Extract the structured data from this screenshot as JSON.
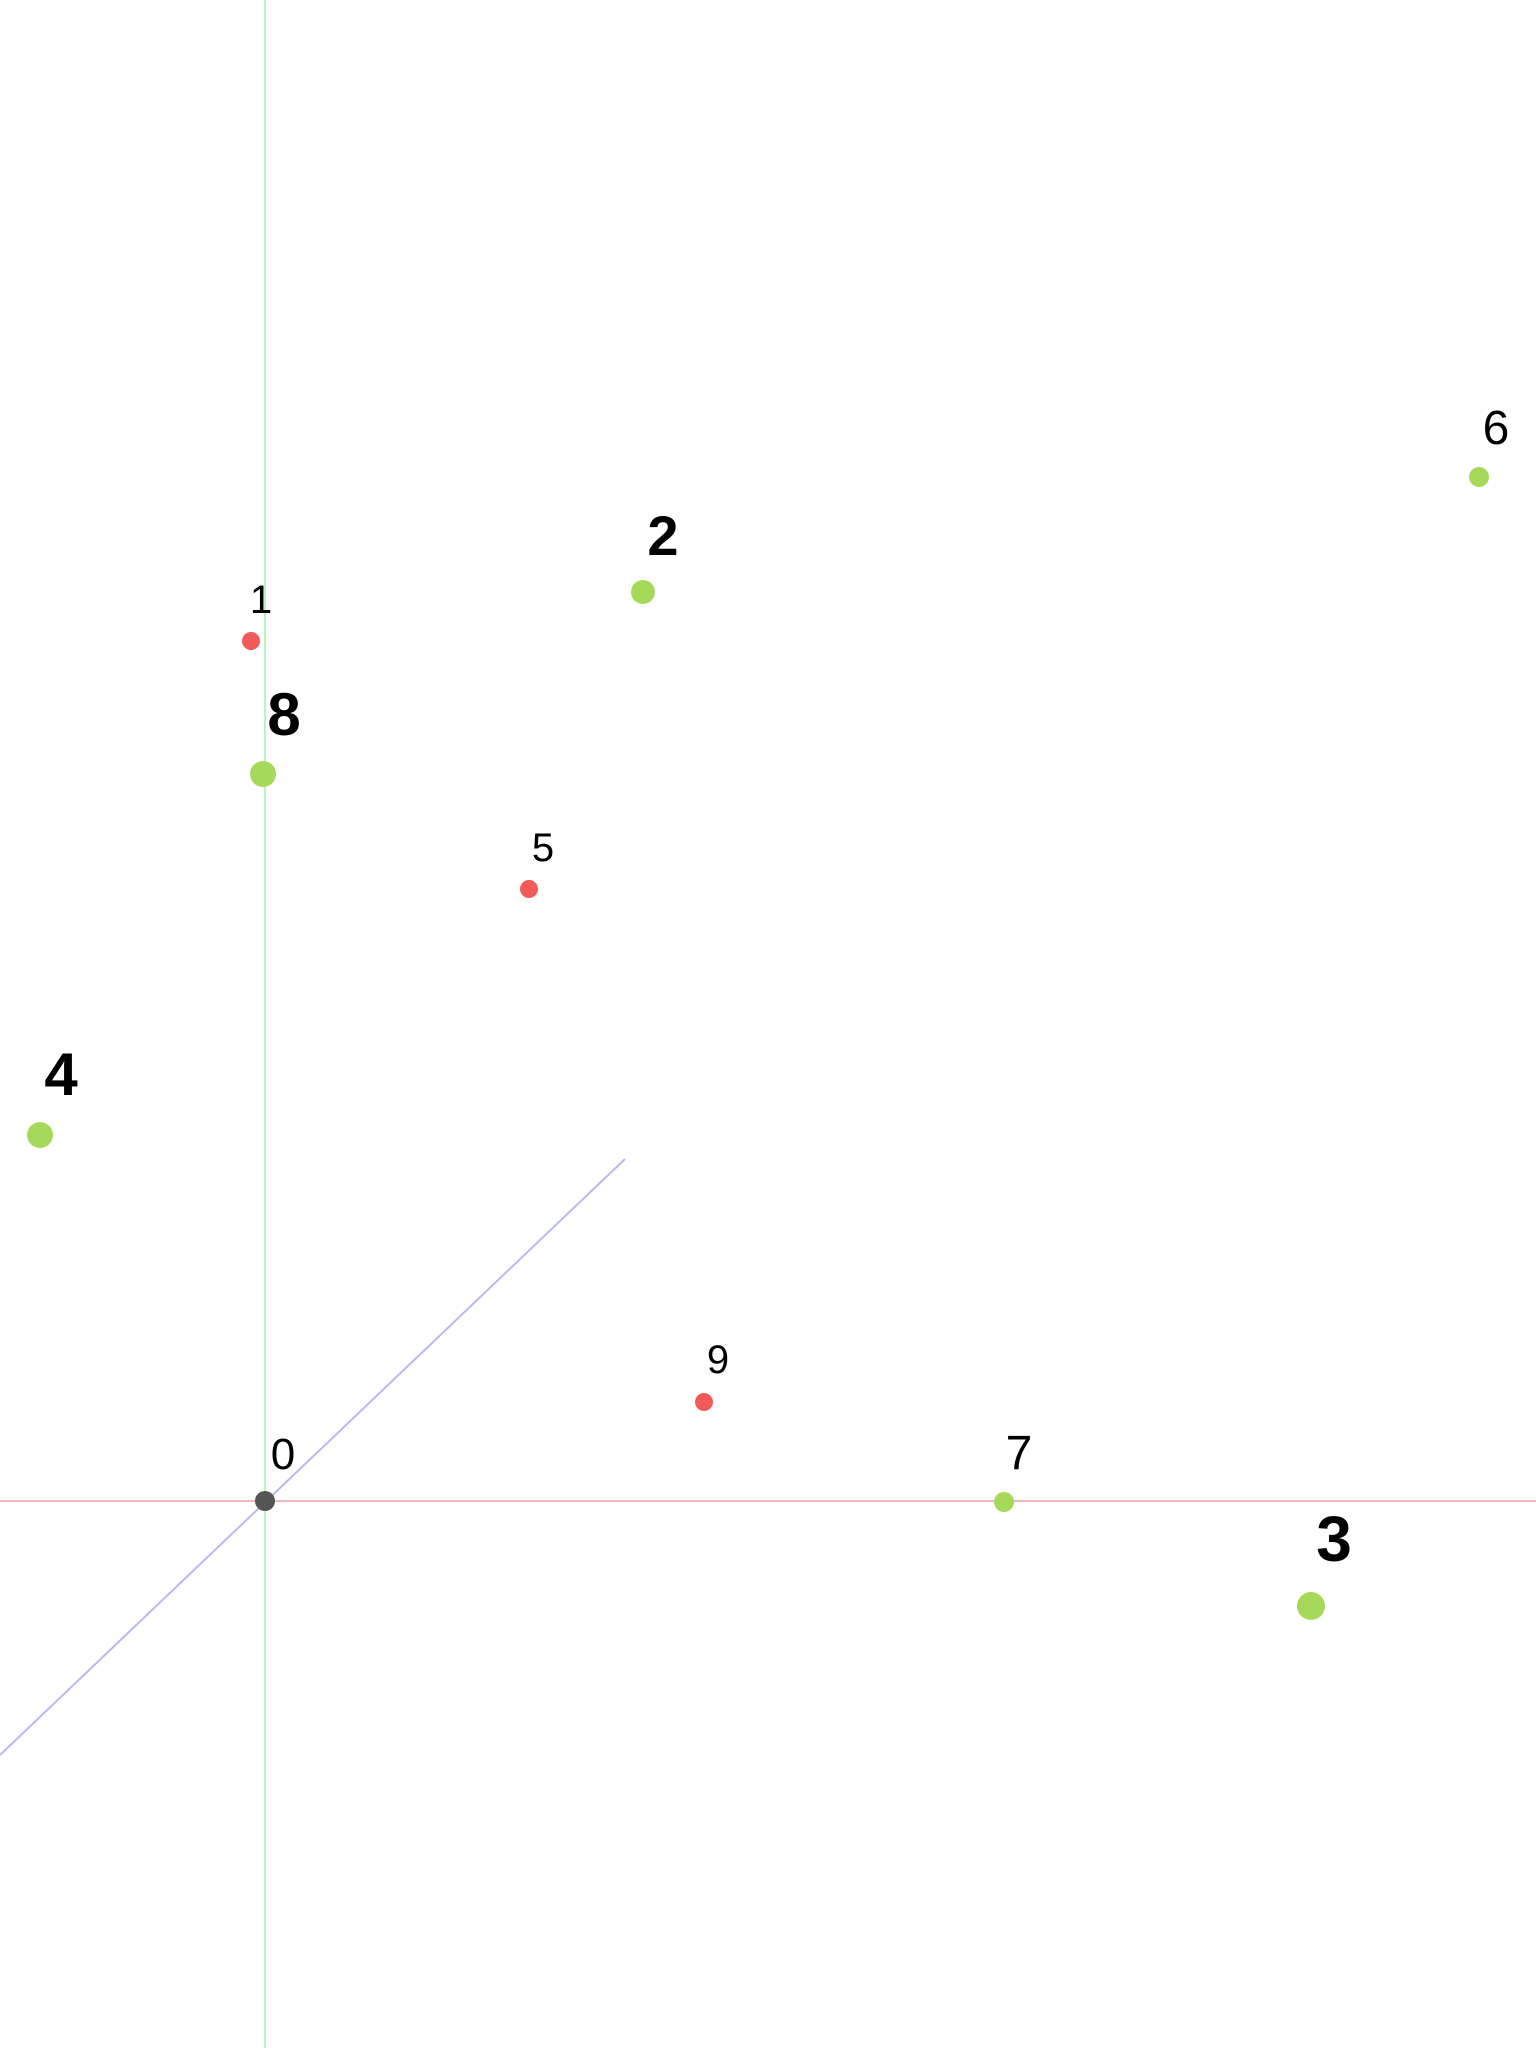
{
  "scene": {
    "colors": {
      "background": "#ffffff",
      "axis_x": "#f4b8c0",
      "axis_y": "#b8f5b8",
      "axis_z": "#b8b8f4",
      "point_red": "#f25a5a",
      "point_green": "#a6d95a",
      "point_origin": "#555555",
      "label": "#000000"
    },
    "points": [
      {
        "label": "0",
        "color": "origin"
      },
      {
        "label": "1",
        "color": "red"
      },
      {
        "label": "2",
        "color": "green"
      },
      {
        "label": "3",
        "color": "green"
      },
      {
        "label": "4",
        "color": "green"
      },
      {
        "label": "5",
        "color": "red"
      },
      {
        "label": "6",
        "color": "green"
      },
      {
        "label": "7",
        "color": "green"
      },
      {
        "label": "8",
        "color": "green"
      },
      {
        "label": "9",
        "color": "red"
      }
    ]
  }
}
